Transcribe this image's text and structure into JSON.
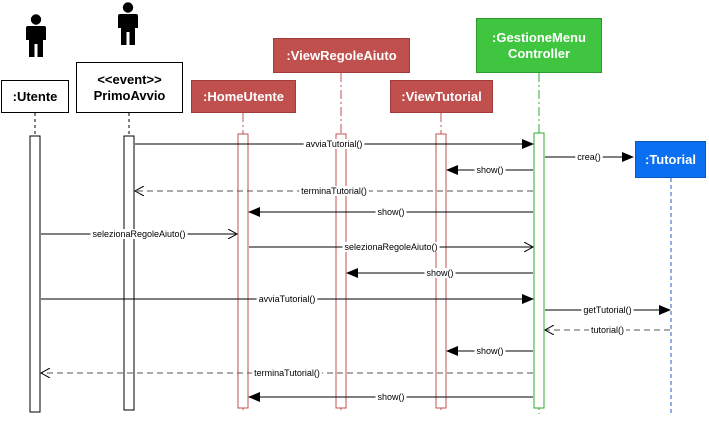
{
  "colors": {
    "view_fill": "#c0504d",
    "controller_fill": "#3fc53f",
    "entity_fill": "#0a6ff0",
    "view_lifeline": "#c0504d",
    "controller_lifeline": "#2fa82f",
    "entity_lifeline": "#1f5fbf",
    "arrow": "#000000"
  },
  "participants": {
    "utente": {
      "label": ":Utente",
      "icon": "actor-icon"
    },
    "primo_avvio": {
      "stereotype": "<<event>>",
      "label": "PrimoAvvio",
      "icon": "actor-icon"
    },
    "home_utente": {
      "label": ":HomeUtente"
    },
    "view_regole_aiuto": {
      "label": ":ViewRegoleAiuto"
    },
    "view_tutorial": {
      "label": ":ViewTutorial"
    },
    "gestione_menu_controller": {
      "label_line1": ":GestioneMenu",
      "label_line2": "Controller"
    },
    "tutorial": {
      "label": ":Tutorial"
    }
  },
  "messages": [
    {
      "from": "primo_avvio",
      "to": "gestione_menu_controller",
      "label": "avviaTutorial()",
      "kind": "sync"
    },
    {
      "from": "gestione_menu_controller",
      "to": "tutorial",
      "label": "crea()",
      "kind": "create"
    },
    {
      "from": "gestione_menu_controller",
      "to": "view_tutorial",
      "label": "show()",
      "kind": "sync"
    },
    {
      "from": "gestione_menu_controller",
      "to": "primo_avvio",
      "label": "terminaTutorial()",
      "kind": "return"
    },
    {
      "from": "gestione_menu_controller",
      "to": "home_utente",
      "label": "show()",
      "kind": "sync"
    },
    {
      "from": "utente",
      "to": "home_utente",
      "label": "selezionaRegoleAiuto()",
      "kind": "async"
    },
    {
      "from": "home_utente",
      "to": "gestione_menu_controller",
      "label": "selezionaRegoleAiuto()",
      "kind": "async"
    },
    {
      "from": "gestione_menu_controller",
      "to": "view_regole_aiuto",
      "label": "show()",
      "kind": "sync"
    },
    {
      "from": "utente",
      "to": "gestione_menu_controller",
      "label": "avviaTutorial()",
      "kind": "sync"
    },
    {
      "from": "gestione_menu_controller",
      "to": "tutorial",
      "label": "getTutorial()",
      "kind": "sync"
    },
    {
      "from": "tutorial",
      "to": "gestione_menu_controller",
      "label": "tutorial()",
      "kind": "return"
    },
    {
      "from": "gestione_menu_controller",
      "to": "view_tutorial",
      "label": "show()",
      "kind": "sync"
    },
    {
      "from": "gestione_menu_controller",
      "to": "utente",
      "label": "terminaTutorial()",
      "kind": "return"
    },
    {
      "from": "gestione_menu_controller",
      "to": "home_utente",
      "label": "show()",
      "kind": "sync"
    }
  ]
}
